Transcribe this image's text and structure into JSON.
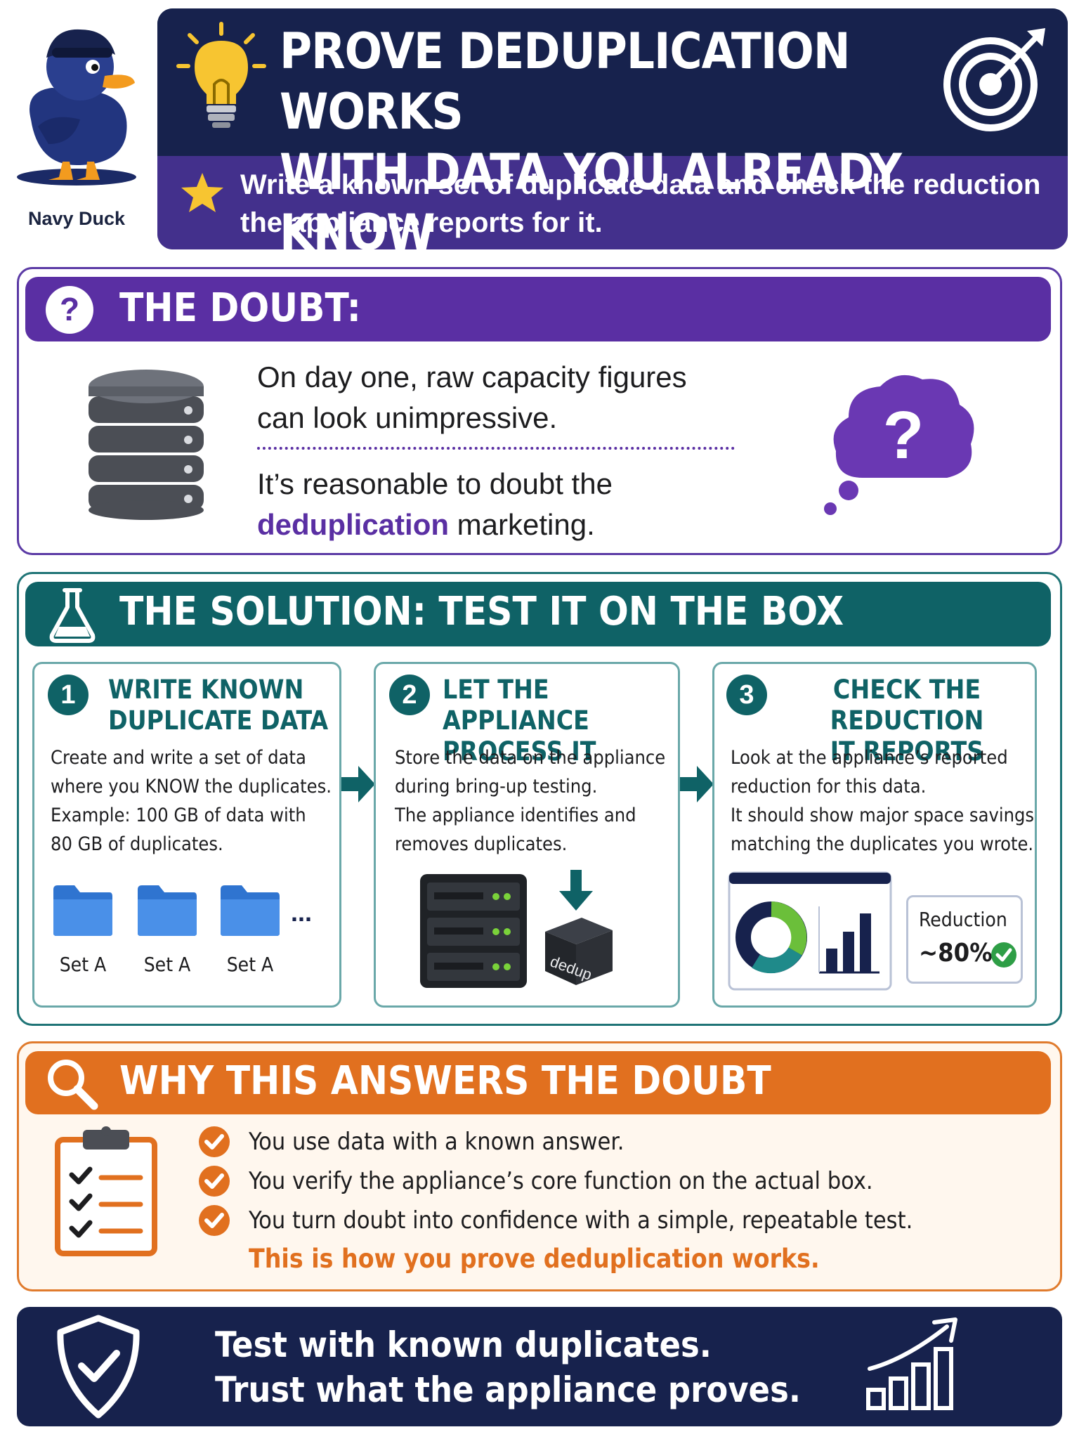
{
  "header": {
    "mascot_label": "Navy Duck",
    "title_line1": "PROVE DEDUPLICATION WORKS",
    "title_line2": "WITH DATA YOU ALREADY KNOW",
    "subtitle_line1": "Write a known set of duplicate data and check the reduction",
    "subtitle_line2": "the appliance reports for it."
  },
  "doubt": {
    "heading": "THE DOUBT:",
    "line1a": "On day one, raw capacity figures",
    "line1b": "can look unimpressive.",
    "line2a": "It’s reasonable to doubt the",
    "line2_highlight": "deduplication",
    "line2_rest": " marketing.",
    "cloud_glyph": "?"
  },
  "solution": {
    "heading": "THE SOLUTION: TEST IT ON THE BOX",
    "steps": [
      {
        "number": "1",
        "title_line1": "WRITE KNOWN",
        "title_line2": "DUPLICATE DATA",
        "body": [
          "Create and write a set of data",
          "where you KNOW the duplicates.",
          "Example: 100 GB of data with",
          "80 GB of duplicates."
        ],
        "folders": [
          "Set A",
          "Set A",
          "Set A"
        ],
        "more": "..."
      },
      {
        "number": "2",
        "title_line1": "LET THE APPLIANCE",
        "title_line2": "PROCESS IT",
        "body": [
          "Store the data on the appliance",
          "during bring-up testing.",
          "The appliance identifies and",
          "removes duplicates."
        ],
        "box_label": "dedup"
      },
      {
        "number": "3",
        "title_line1": "CHECK THE REDUCTION",
        "title_line2": "IT REPORTS",
        "body": [
          "Look at the appliance’s reported",
          "reduction for this data.",
          "It should show major space savings",
          "matching the duplicates you wrote."
        ],
        "reduction_label": "Reduction",
        "reduction_value": "~80%"
      }
    ]
  },
  "why": {
    "heading": "WHY THIS ANSWERS THE DOUBT",
    "points": [
      "You use data with a known answer.",
      "You verify the appliance’s core function on the actual box.",
      "You turn doubt into confidence with a simple, repeatable test."
    ],
    "final": "This is how you prove deduplication works."
  },
  "footer": {
    "line1": "Test with known duplicates.",
    "line2": "Trust what the appliance proves."
  },
  "colors": {
    "navy": "#17224d",
    "purple": "#5a2fa3",
    "teal": "#0f6266",
    "orange": "#e1701f",
    "folder_blue": "#3b82e0",
    "check_green": "#2e9e46",
    "bulb_yellow": "#f7c531"
  },
  "icons": [
    "duck-mascot-icon",
    "lightbulb-icon",
    "target-icon",
    "star-icon",
    "question-icon",
    "database-icon",
    "thought-cloud-icon",
    "flask-icon",
    "arrow-right-icon",
    "folder-icon",
    "server-icon",
    "arrow-down-icon",
    "cube-icon",
    "donut-chart-icon",
    "bar-chart-icon",
    "check-icon",
    "magnifier-icon",
    "clipboard-icon",
    "shield-check-icon",
    "growth-chart-icon"
  ]
}
